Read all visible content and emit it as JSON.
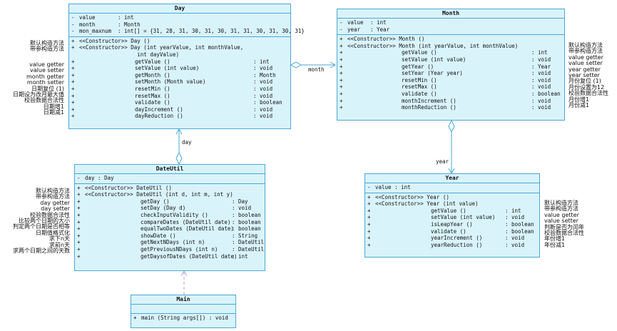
{
  "classes": {
    "day": {
      "name": "Day",
      "attributes": [
        {
          "vis": "-",
          "name": "value",
          "type": ": int"
        },
        {
          "vis": "-",
          "name": "month",
          "type": ": Month"
        },
        {
          "vis": "-",
          "name": "mon_maxnum",
          "type": ": int[]   = {31, 28, 31, 30, 31, 30, 31, 31, 30, 31, 30, 31}"
        }
      ],
      "operations": [
        {
          "vis": "+",
          "name": "<<Constructor>>  Day ()",
          "type": ""
        },
        {
          "vis": "+",
          "name": "<<Constructor>>  Day (int yearValue, int monthValue,",
          "type": ""
        },
        {
          "vis": "",
          "name": "                  int dayValue)",
          "type": ""
        },
        {
          "vis": "+",
          "name": "getValue ()",
          "type": ": int"
        },
        {
          "vis": "+",
          "name": "setValue (int value)",
          "type": ": void"
        },
        {
          "vis": "+",
          "name": "getMonth ()",
          "type": ": Month"
        },
        {
          "vis": "+",
          "name": "setMonth (Month value)",
          "type": ": void"
        },
        {
          "vis": "+",
          "name": "resetMin ()",
          "type": ": void"
        },
        {
          "vis": "+",
          "name": "resetMax ()",
          "type": ": void"
        },
        {
          "vis": "+",
          "name": "validate ()",
          "type": ": boolean"
        },
        {
          "vis": "+",
          "name": "dayIncrement  ()",
          "type": ": void"
        },
        {
          "vis": "+",
          "name": "dayReduction  ()",
          "type": ": void"
        }
      ]
    },
    "month": {
      "name": "Month",
      "attributes": [
        {
          "vis": "-",
          "name": "value",
          "type": ": int"
        },
        {
          "vis": "-",
          "name": "year",
          "type": ": Year"
        }
      ],
      "operations": [
        {
          "vis": "+",
          "name": "<<Constructor>>  Month ()",
          "type": ""
        },
        {
          "vis": "+",
          "name": "<<Constructor>>  Month (int yearValue, int monthValue)",
          "type": ""
        },
        {
          "vis": "+",
          "name": "getValue ()",
          "type": ": int"
        },
        {
          "vis": "+",
          "name": "setValue (int value)",
          "type": ": void"
        },
        {
          "vis": "+",
          "name": "getYear ()",
          "type": ": Year"
        },
        {
          "vis": "+",
          "name": "setYear (Year year)",
          "type": ": void"
        },
        {
          "vis": "+",
          "name": "resetMin ()",
          "type": ": void"
        },
        {
          "vis": "+",
          "name": "resetMax ()",
          "type": ": void"
        },
        {
          "vis": "+",
          "name": "validate ()",
          "type": ": boolean"
        },
        {
          "vis": "+",
          "name": "monthIncrement ()",
          "type": ": void"
        },
        {
          "vis": "+",
          "name": "monthReduction ()",
          "type": ": void"
        }
      ]
    },
    "dateutil": {
      "name": "DateUtil",
      "attributes": [
        {
          "vis": "-",
          "name": "day  : Day",
          "type": ""
        }
      ],
      "operations": [
        {
          "vis": "+",
          "name": "<<Constructor>>  DateUtil ()",
          "type": ""
        },
        {
          "vis": "+",
          "name": "<<Constructor>>  DateUtil (int d, int m, int y)",
          "type": ""
        },
        {
          "vis": "+",
          "name": "getDay ()",
          "type": ": Day"
        },
        {
          "vis": "+",
          "name": "setDay (Day d)",
          "type": ": void"
        },
        {
          "vis": "+",
          "name": "checkInputValidity ()",
          "type": ": boolean"
        },
        {
          "vis": "+",
          "name": "compareDates (DateUtil date)",
          "type": ": boolean"
        },
        {
          "vis": "+",
          "name": "equalTwoDates (DateUtil date)",
          "type": ": boolean"
        },
        {
          "vis": "+",
          "name": "showDate ()",
          "type": ": String"
        },
        {
          "vis": "+",
          "name": "getNextNDays (int n)",
          "type": ": DateUtil"
        },
        {
          "vis": "+",
          "name": "getPreviousNDays (int n)",
          "type": ": DateUtil"
        },
        {
          "vis": "+",
          "name": "getDaysofDates (DateUtil date)",
          "type": ": int"
        }
      ]
    },
    "year": {
      "name": "Year",
      "attributes": [
        {
          "vis": "-",
          "name": "value  : int",
          "type": ""
        }
      ],
      "operations": [
        {
          "vis": "+",
          "name": "<<Constructor>>  Year ()",
          "type": ""
        },
        {
          "vis": "+",
          "name": "<<Constructor>>  Year (int value)",
          "type": ""
        },
        {
          "vis": "+",
          "name": "getValue ()",
          "type": ": int"
        },
        {
          "vis": "+",
          "name": "setValue (int value)",
          "type": ": void"
        },
        {
          "vis": "+",
          "name": "isLeapYear ()",
          "type": ": boolean"
        },
        {
          "vis": "+",
          "name": "validate ()",
          "type": ": boolean"
        },
        {
          "vis": "+",
          "name": "yearIncrement ()",
          "type": ": void"
        },
        {
          "vis": "+",
          "name": "yearReduction ()",
          "type": ": void"
        }
      ]
    },
    "main": {
      "name": "Main",
      "attributes": [],
      "operations": [
        {
          "vis": "+",
          "name": "main (String args[])  : void",
          "type": ""
        }
      ]
    }
  },
  "notes": {
    "day": [
      "默认构造方法",
      "带参构造方法",
      "",
      "value getter",
      "value setter",
      "month getter",
      "month setter",
      "日期复位 (1)",
      "日期设为改月最大值",
      "校验数据合法性",
      "日期增1",
      "日期减1"
    ],
    "month": [
      "默认构造方法",
      "带参构造方法",
      "value getter",
      "value setter",
      "year getter",
      "year setter",
      "月份复位 (1)",
      "月份设置为12",
      "校验数据合法性",
      "月份增1",
      "月份减1"
    ],
    "dateutil": [
      "默认构造方法",
      "带参构造方法",
      "day getter",
      "day setter",
      "校验数据合法性",
      "比较两个日期的大小",
      "判定两个日期是否相等",
      "日期值格式化",
      "求下n天",
      "求前n天",
      "求两个日期之间的天数"
    ],
    "year": [
      "默认构造方法",
      "带参构造方法",
      "value getter",
      "value setter",
      "判断是否为闰年",
      "校验数据合法性",
      "年份增1",
      "年份减1"
    ]
  },
  "associations": {
    "day_month": "month",
    "dateutil_day": "day",
    "month_year": "year"
  },
  "colors": {
    "fill": "#d9f3fb",
    "border": "#4aa8d6",
    "dependency": "#b9a3d6"
  }
}
